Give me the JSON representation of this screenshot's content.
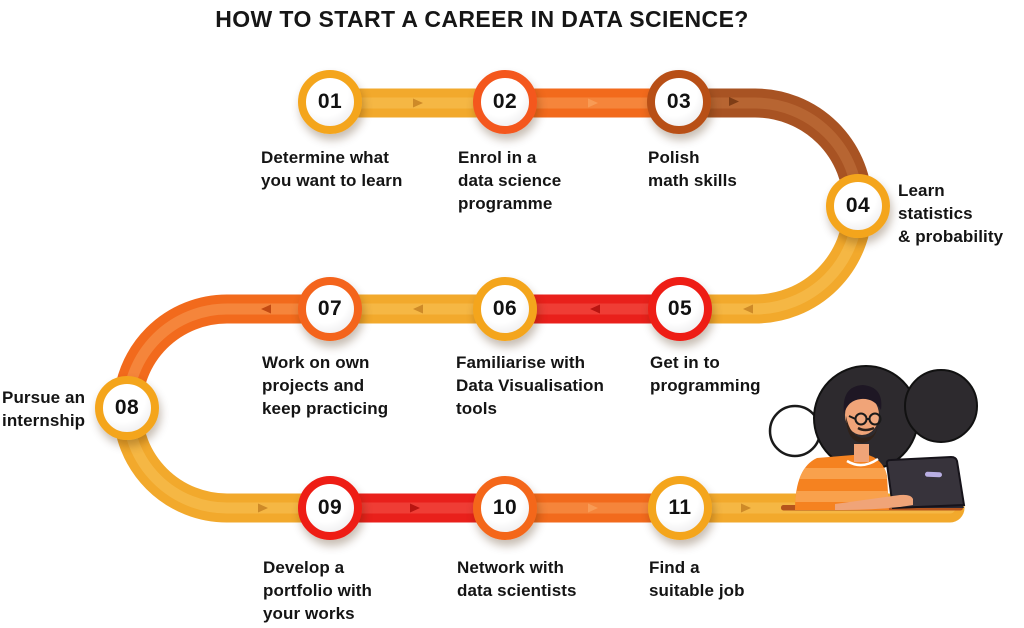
{
  "title": "HOW TO START A CAREER IN DATA SCIENCE?",
  "steps": [
    {
      "num": "01",
      "label": "Determine what\nyou want to learn",
      "ring": "#F4A51C"
    },
    {
      "num": "02",
      "label": "Enrol in a\ndata science\nprogramme",
      "ring": "#F4571D"
    },
    {
      "num": "03",
      "label": "Polish\nmath skills",
      "ring": "#B84F16"
    },
    {
      "num": "04",
      "label": "Learn statistics\n& probability",
      "ring": "#F4A51C"
    },
    {
      "num": "05",
      "label": "Get in to\nprogramming",
      "ring": "#EE1D15"
    },
    {
      "num": "06",
      "label": "Familiarise with\nData Visualisation\ntools",
      "ring": "#F4A51C"
    },
    {
      "num": "07",
      "label": "Work on own\nprojects and\nkeep practicing",
      "ring": "#F4641C"
    },
    {
      "num": "08",
      "label": "Pursue an\ninternship",
      "ring": "#F4A51C"
    },
    {
      "num": "09",
      "label": "Develop a\nportfolio with\nyour works",
      "ring": "#EE1D15"
    },
    {
      "num": "10",
      "label": "Network with\ndata scientists",
      "ring": "#F4671A"
    },
    {
      "num": "11",
      "label": "Find a\nsuitable job",
      "ring": "#F4A51C"
    }
  ],
  "palette": {
    "gold": "#F2A92C",
    "gold_light": "#F8C35A",
    "gold_deep": "#CE8A28",
    "orange": "#F26A1C",
    "orange_light": "#F89B55",
    "orange_deep": "#C24A12",
    "red": "#E9201B",
    "red_light": "#F4564A",
    "red_deep": "#B81511",
    "brown": "#A85323",
    "brown_light": "#C2713C",
    "brown_deep": "#7E3D16",
    "text": "#141414",
    "desk": "#B5541C",
    "outline": "#1A1A1A",
    "skin": "#F0A478",
    "shirt": "#F58220",
    "shirt_light": "#F9A14C",
    "hair": "#1E1724",
    "beard": "#30221A",
    "blob": "#2D2A2E",
    "laptop": "#37333B",
    "laptop_dark": "#2B2831",
    "laptop_bar": "#B9AFE3"
  },
  "illustration": {
    "name": "man-working-on-laptop"
  }
}
